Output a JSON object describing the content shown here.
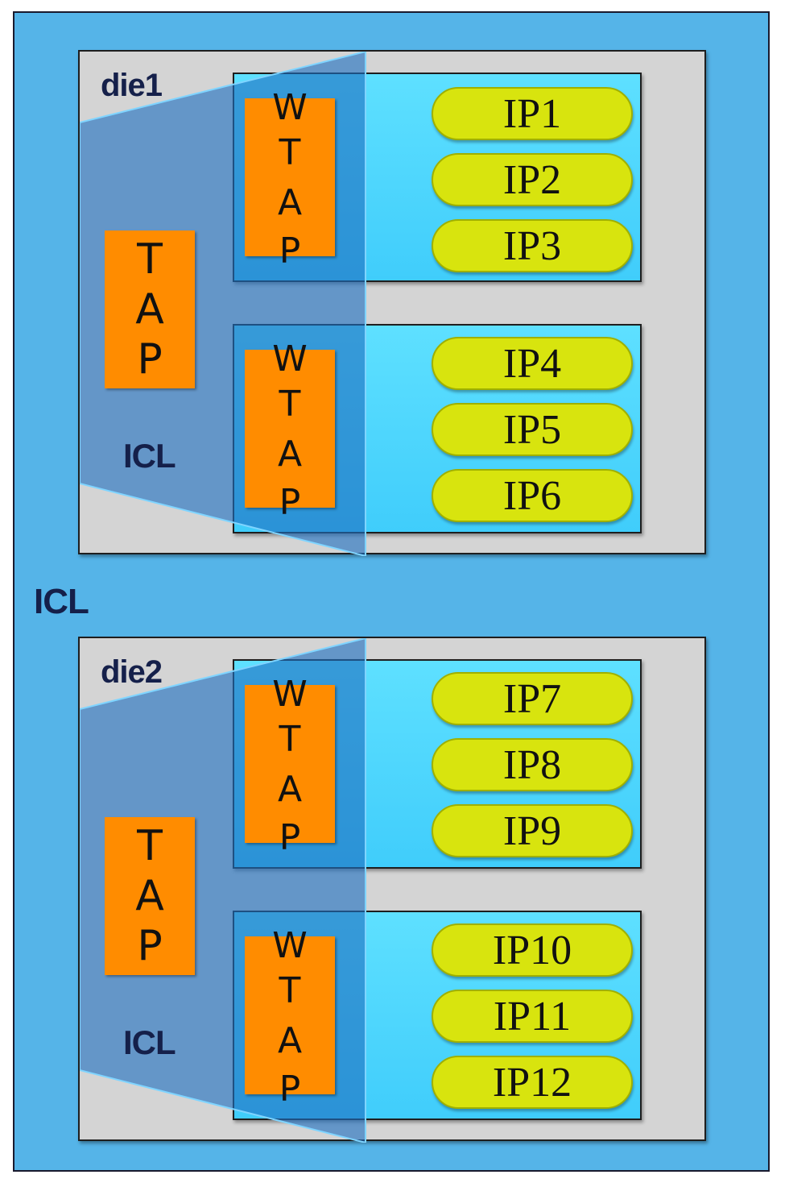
{
  "outer_label": "ICL",
  "dies": [
    {
      "label": "die1",
      "tap_letters": [
        "T",
        "A",
        "P"
      ],
      "icl_label": "ICL",
      "groups": [
        {
          "wtap_letters": [
            "W",
            "T",
            "A",
            "P"
          ],
          "ips": [
            "IP1",
            "IP2",
            "IP3"
          ]
        },
        {
          "wtap_letters": [
            "W",
            "T",
            "A",
            "P"
          ],
          "ips": [
            "IP4",
            "IP5",
            "IP6"
          ]
        }
      ]
    },
    {
      "label": "die2",
      "tap_letters": [
        "T",
        "A",
        "P"
      ],
      "icl_label": "ICL",
      "groups": [
        {
          "wtap_letters": [
            "W",
            "T",
            "A",
            "P"
          ],
          "ips": [
            "IP7",
            "IP8",
            "IP9"
          ]
        },
        {
          "wtap_letters": [
            "W",
            "T",
            "A",
            "P"
          ],
          "ips": [
            "IP10",
            "IP11",
            "IP12"
          ]
        }
      ]
    }
  ],
  "colors": {
    "background": "#55b4e8",
    "die": "#d4d4d4",
    "ip_group": "#4fd6ff",
    "tap": "#ff8c00",
    "ip": "#d8e40e",
    "icl_overlay": "#2a7dc8",
    "label_text": "#15204a"
  }
}
